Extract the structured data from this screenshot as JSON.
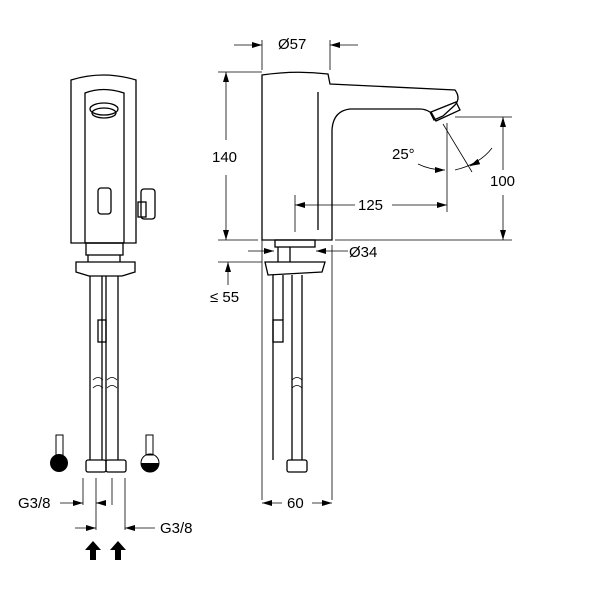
{
  "drawing": {
    "dimensions": {
      "body_diameter": "Ø57",
      "height": "140",
      "outlet_height": "100",
      "reach": "125",
      "spray_angle": "25°",
      "base_diameter": "Ø34",
      "max_deck_thickness": "≤ 55",
      "base_width": "60"
    },
    "connections": {
      "left_thread": "G3/8",
      "right_thread": "G3/8"
    },
    "icons": [
      "hot-thermometer-icon",
      "cold-thermometer-icon",
      "water-inlet-arrow-icon"
    ]
  }
}
